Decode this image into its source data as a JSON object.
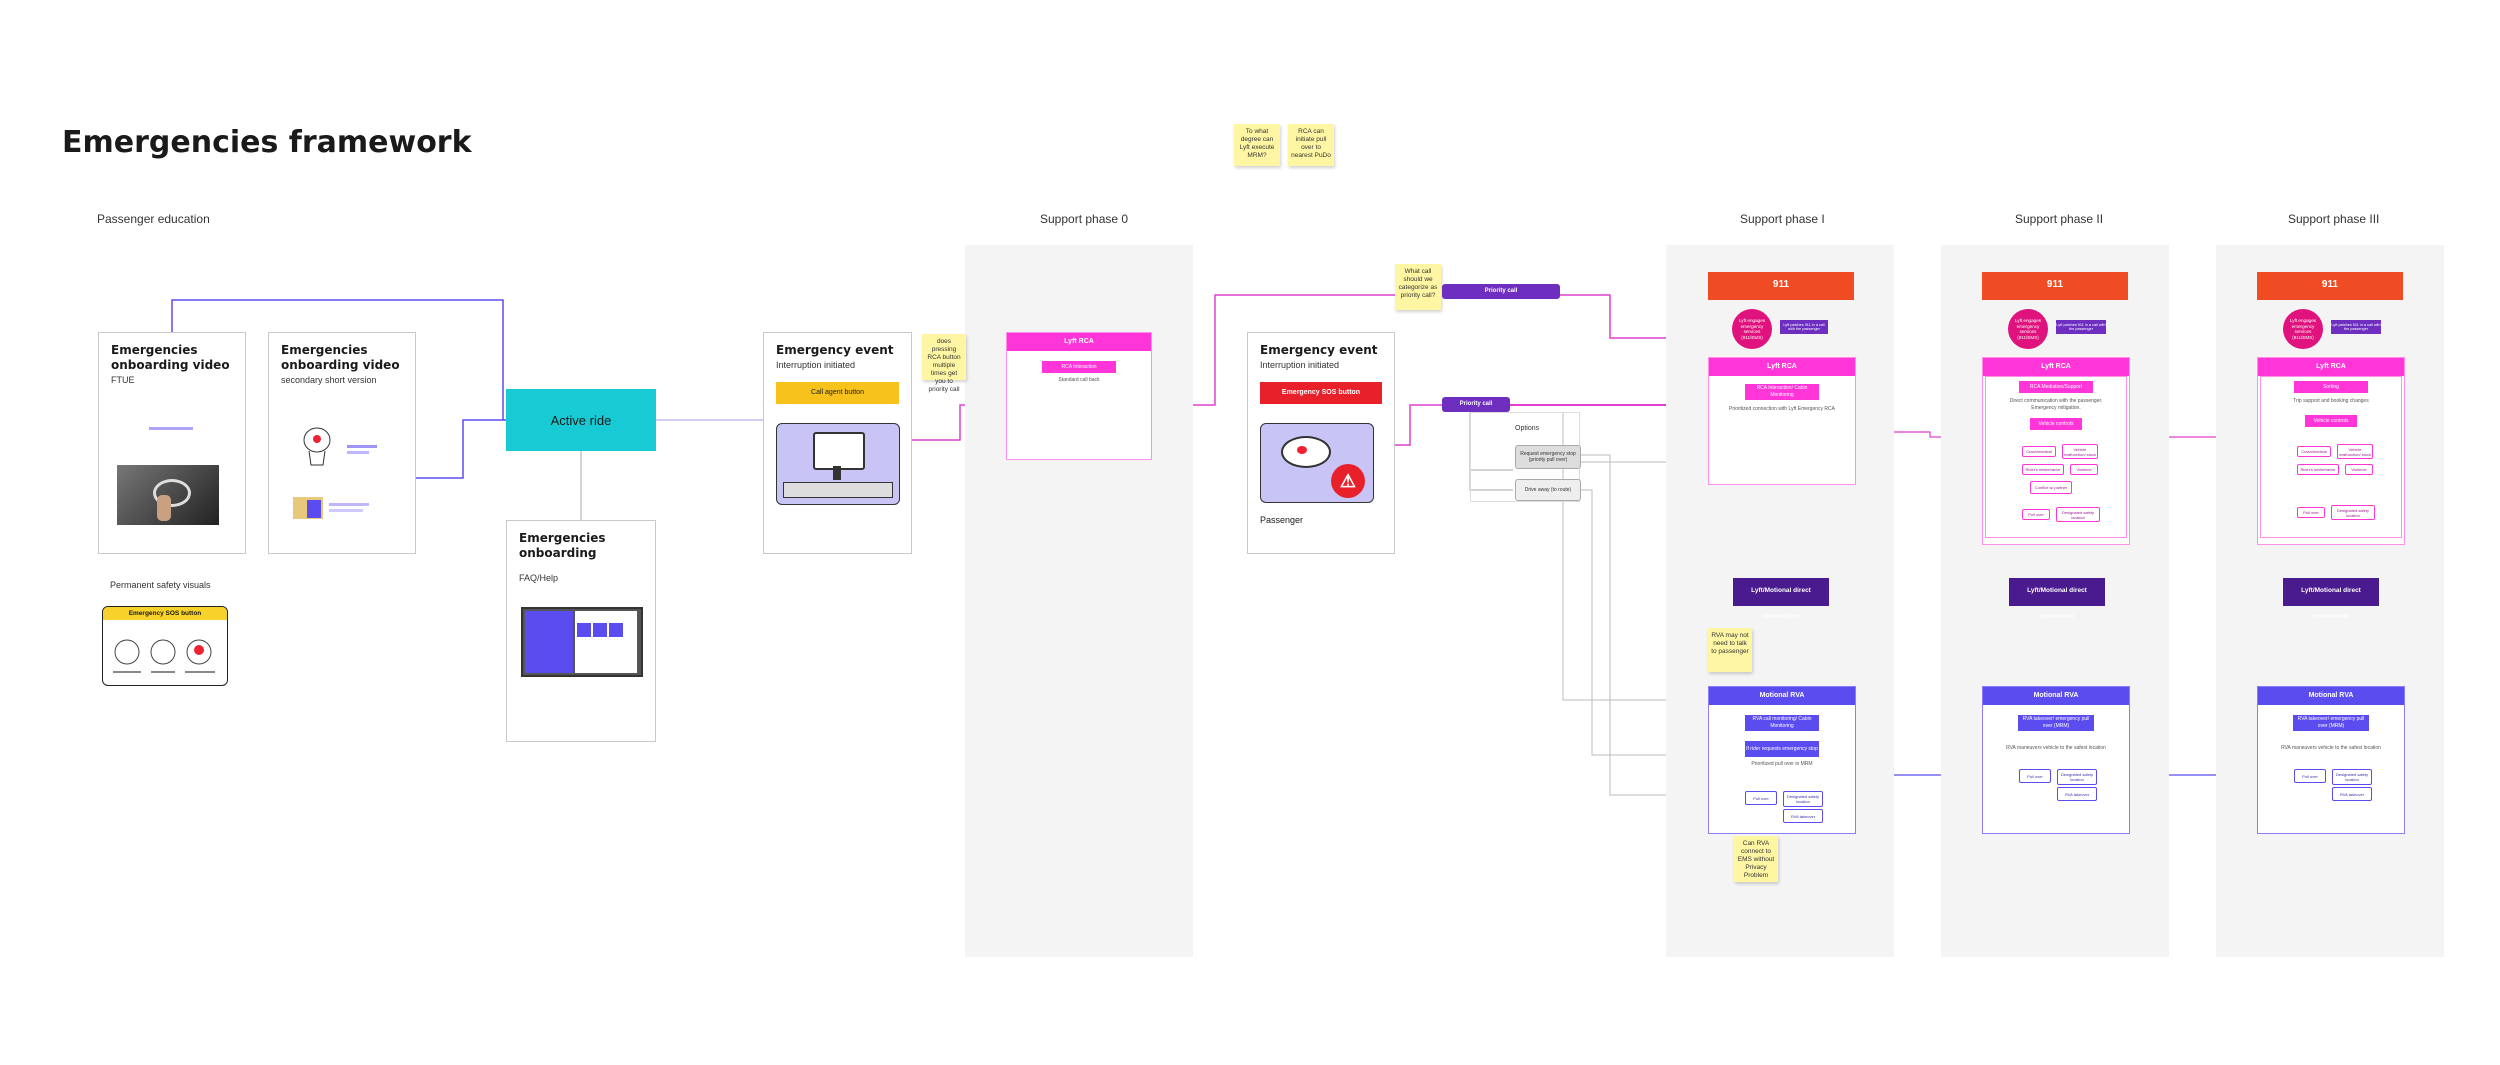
{
  "title": "Emergencies framework",
  "sections": {
    "passenger_education": "Passenger education",
    "permanent_safety": "Permanent safety visuals",
    "phase0": "Support phase 0",
    "phase1": "Support phase I",
    "phase2": "Support phase II",
    "phase3": "Support phase III"
  },
  "top_stickies": {
    "s1": "To what degree can Lyft execute MRM?",
    "s2": "RCA can initiate pull over to nearest PuDo"
  },
  "cards": {
    "video_ftue": {
      "title": "Emergencies onboarding video",
      "sub": "FTUE"
    },
    "video_short": {
      "title": "Emergencies onboarding video",
      "sub": "secondary short version"
    },
    "faq": {
      "title": "Emergencies onboarding",
      "sub": "FAQ/Help"
    },
    "event1": {
      "title": "Emergency event",
      "sub": "Interruption initiated",
      "button": "Call agent button"
    },
    "event2": {
      "title": "Emergency event",
      "sub": "Interruption initiated",
      "button": "Emergency SOS button",
      "footer": "Passenger"
    }
  },
  "active_ride": "Active ride",
  "sos_visual": {
    "header": "Emergency SOS button"
  },
  "phase0_box": {
    "header": "Lyft RCA",
    "chip": "RCA Interaction",
    "note": "Standard call back"
  },
  "stickies": {
    "press_rca": "does pressing RCA button multiple times get you to priority call",
    "categorize": "What call should we categorize as priority call?",
    "rva_talk": "RVA may not need to talk to passenger",
    "rva_ems": "Can RVA connect to EMS without Privacy Problem"
  },
  "priority_call_1": "Priority call",
  "priority_call_2": "Priority call",
  "options": {
    "label": "Options",
    "o1": "Request emergency stop (priority pull over)",
    "o2": "Drive away (to route)"
  },
  "phases": [
    {
      "c911": "911",
      "circle": "Lyft engages emergency services (911/EMS)",
      "note": "Lyft patches 911 in a call with the passenger",
      "rca_header": "Lyft RCA",
      "rca_chip": "RCA Interaction/ Cabin Monitoring",
      "rca_text": "Prioritized connection with Lyft Emergency RCA",
      "direct": "Lyft/Motional direct connection",
      "rva_header": "Motional RVA",
      "rva_chip1": "RVA call monitoring/ Cabin Monitoring",
      "rva_chip2": "If rider requests emergency stop",
      "rva_text": "Prioritized pull over in MRM",
      "chips": [
        "Pull over",
        "Designated safety location",
        "RVA takeover"
      ]
    },
    {
      "c911": "911",
      "circle": "Lyft engages emergency services (911/EMS)",
      "note": "Lyft patches 911 in a call with the passenger",
      "rca_header": "Lyft RCA",
      "rca_chip": "RCA Mediation/Support",
      "rca_text": "Direct communication with the passenger. Emergency mitigation.",
      "rca_subchip": "Vehicle controls",
      "controls": [
        "Crash/medical",
        "Vehicle malfunction/ stuck",
        "Rider's misbehavior",
        "Violence",
        "Conflict w/ partner",
        "Pull over",
        "Designated safety location"
      ],
      "direct": "Lyft/Motional direct connection",
      "rva_header": "Motional RVA",
      "rva_chip1": "RVA takeover/ emergency pull over (MRM)",
      "rva_text": "RVA maneuvers vehicle to the safest location",
      "chips": [
        "Pull over",
        "Designated safety location",
        "RVA takeover"
      ]
    },
    {
      "c911": "911",
      "circle": "Lyft engages emergency services (911/EMS)",
      "note": "Lyft patches 911 in a call with the passenger",
      "rca_header": "Lyft RCA",
      "rca_chip": "Sorting",
      "rca_text": "Trip support and booking changes",
      "rca_subchip": "Vehicle controls",
      "controls": [
        "Crash/medical",
        "Vehicle malfunction/ stuck",
        "Rider's misbehavior",
        "Violence",
        "Pull over",
        "Designated safety location"
      ],
      "direct": "Lyft/Motional direct connection",
      "rva_header": "Motional RVA",
      "rva_chip1": "RVA takeover/ emergency pull over (MRM)",
      "rva_text": "RVA maneuvers vehicle to the safest location",
      "chips": [
        "Pull over",
        "Designated safety location",
        "RVA takeover"
      ]
    }
  ],
  "colors": {
    "pink": "#ff35d8",
    "blue": "#5b4cf0",
    "red": "#f04c23",
    "purple": "#6e2ec0",
    "cyan": "#17cad4",
    "yellow": "#fff6a3"
  }
}
